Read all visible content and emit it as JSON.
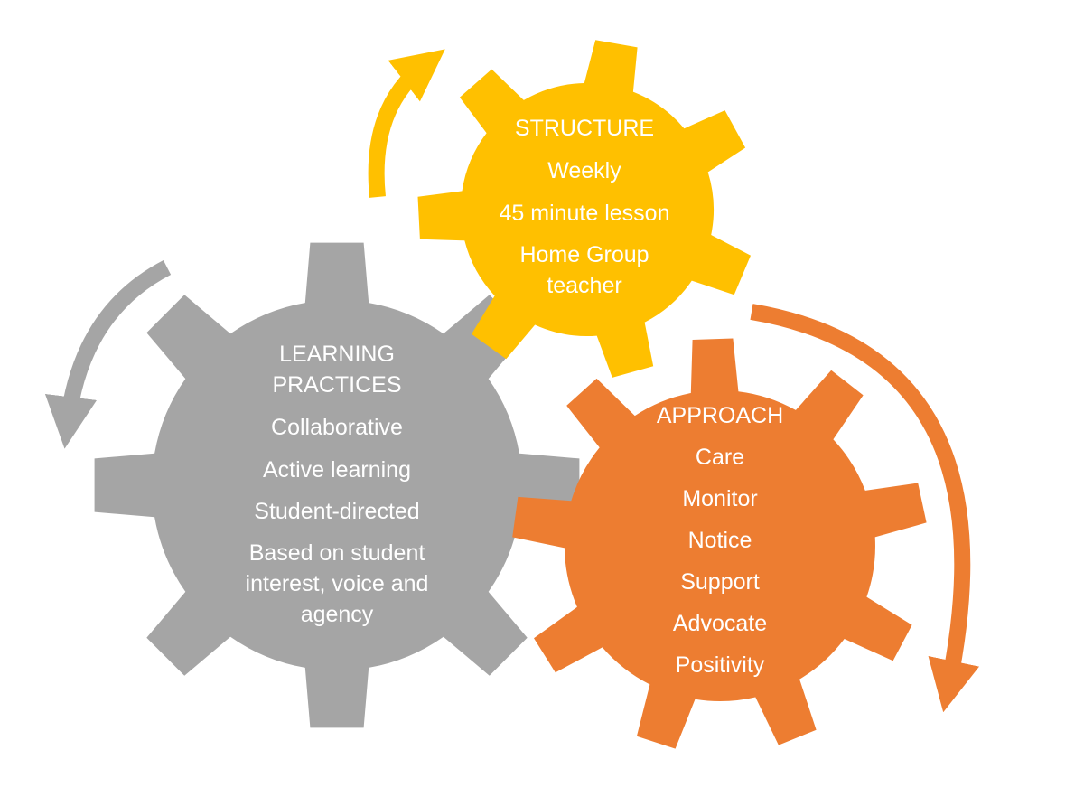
{
  "colors": {
    "structure": "#FFC000",
    "practices": "#A5A5A5",
    "approach": "#ED7D31",
    "text": "#FFFFFF",
    "background": "#FFFFFF"
  },
  "structure": {
    "title": "STRUCTURE",
    "items": [
      "Weekly",
      "45 minute lesson",
      "Home Group",
      "teacher"
    ]
  },
  "practices": {
    "title_lines": [
      "LEARNING",
      "PRACTICES"
    ],
    "items": [
      "Collaborative",
      "Active learning",
      "Student-directed",
      "Based on student",
      "interest, voice and",
      "agency"
    ]
  },
  "approach": {
    "title": "APPROACH",
    "items": [
      "Care",
      "Monitor",
      "Notice",
      "Support",
      "Advocate",
      "Positivity"
    ]
  }
}
